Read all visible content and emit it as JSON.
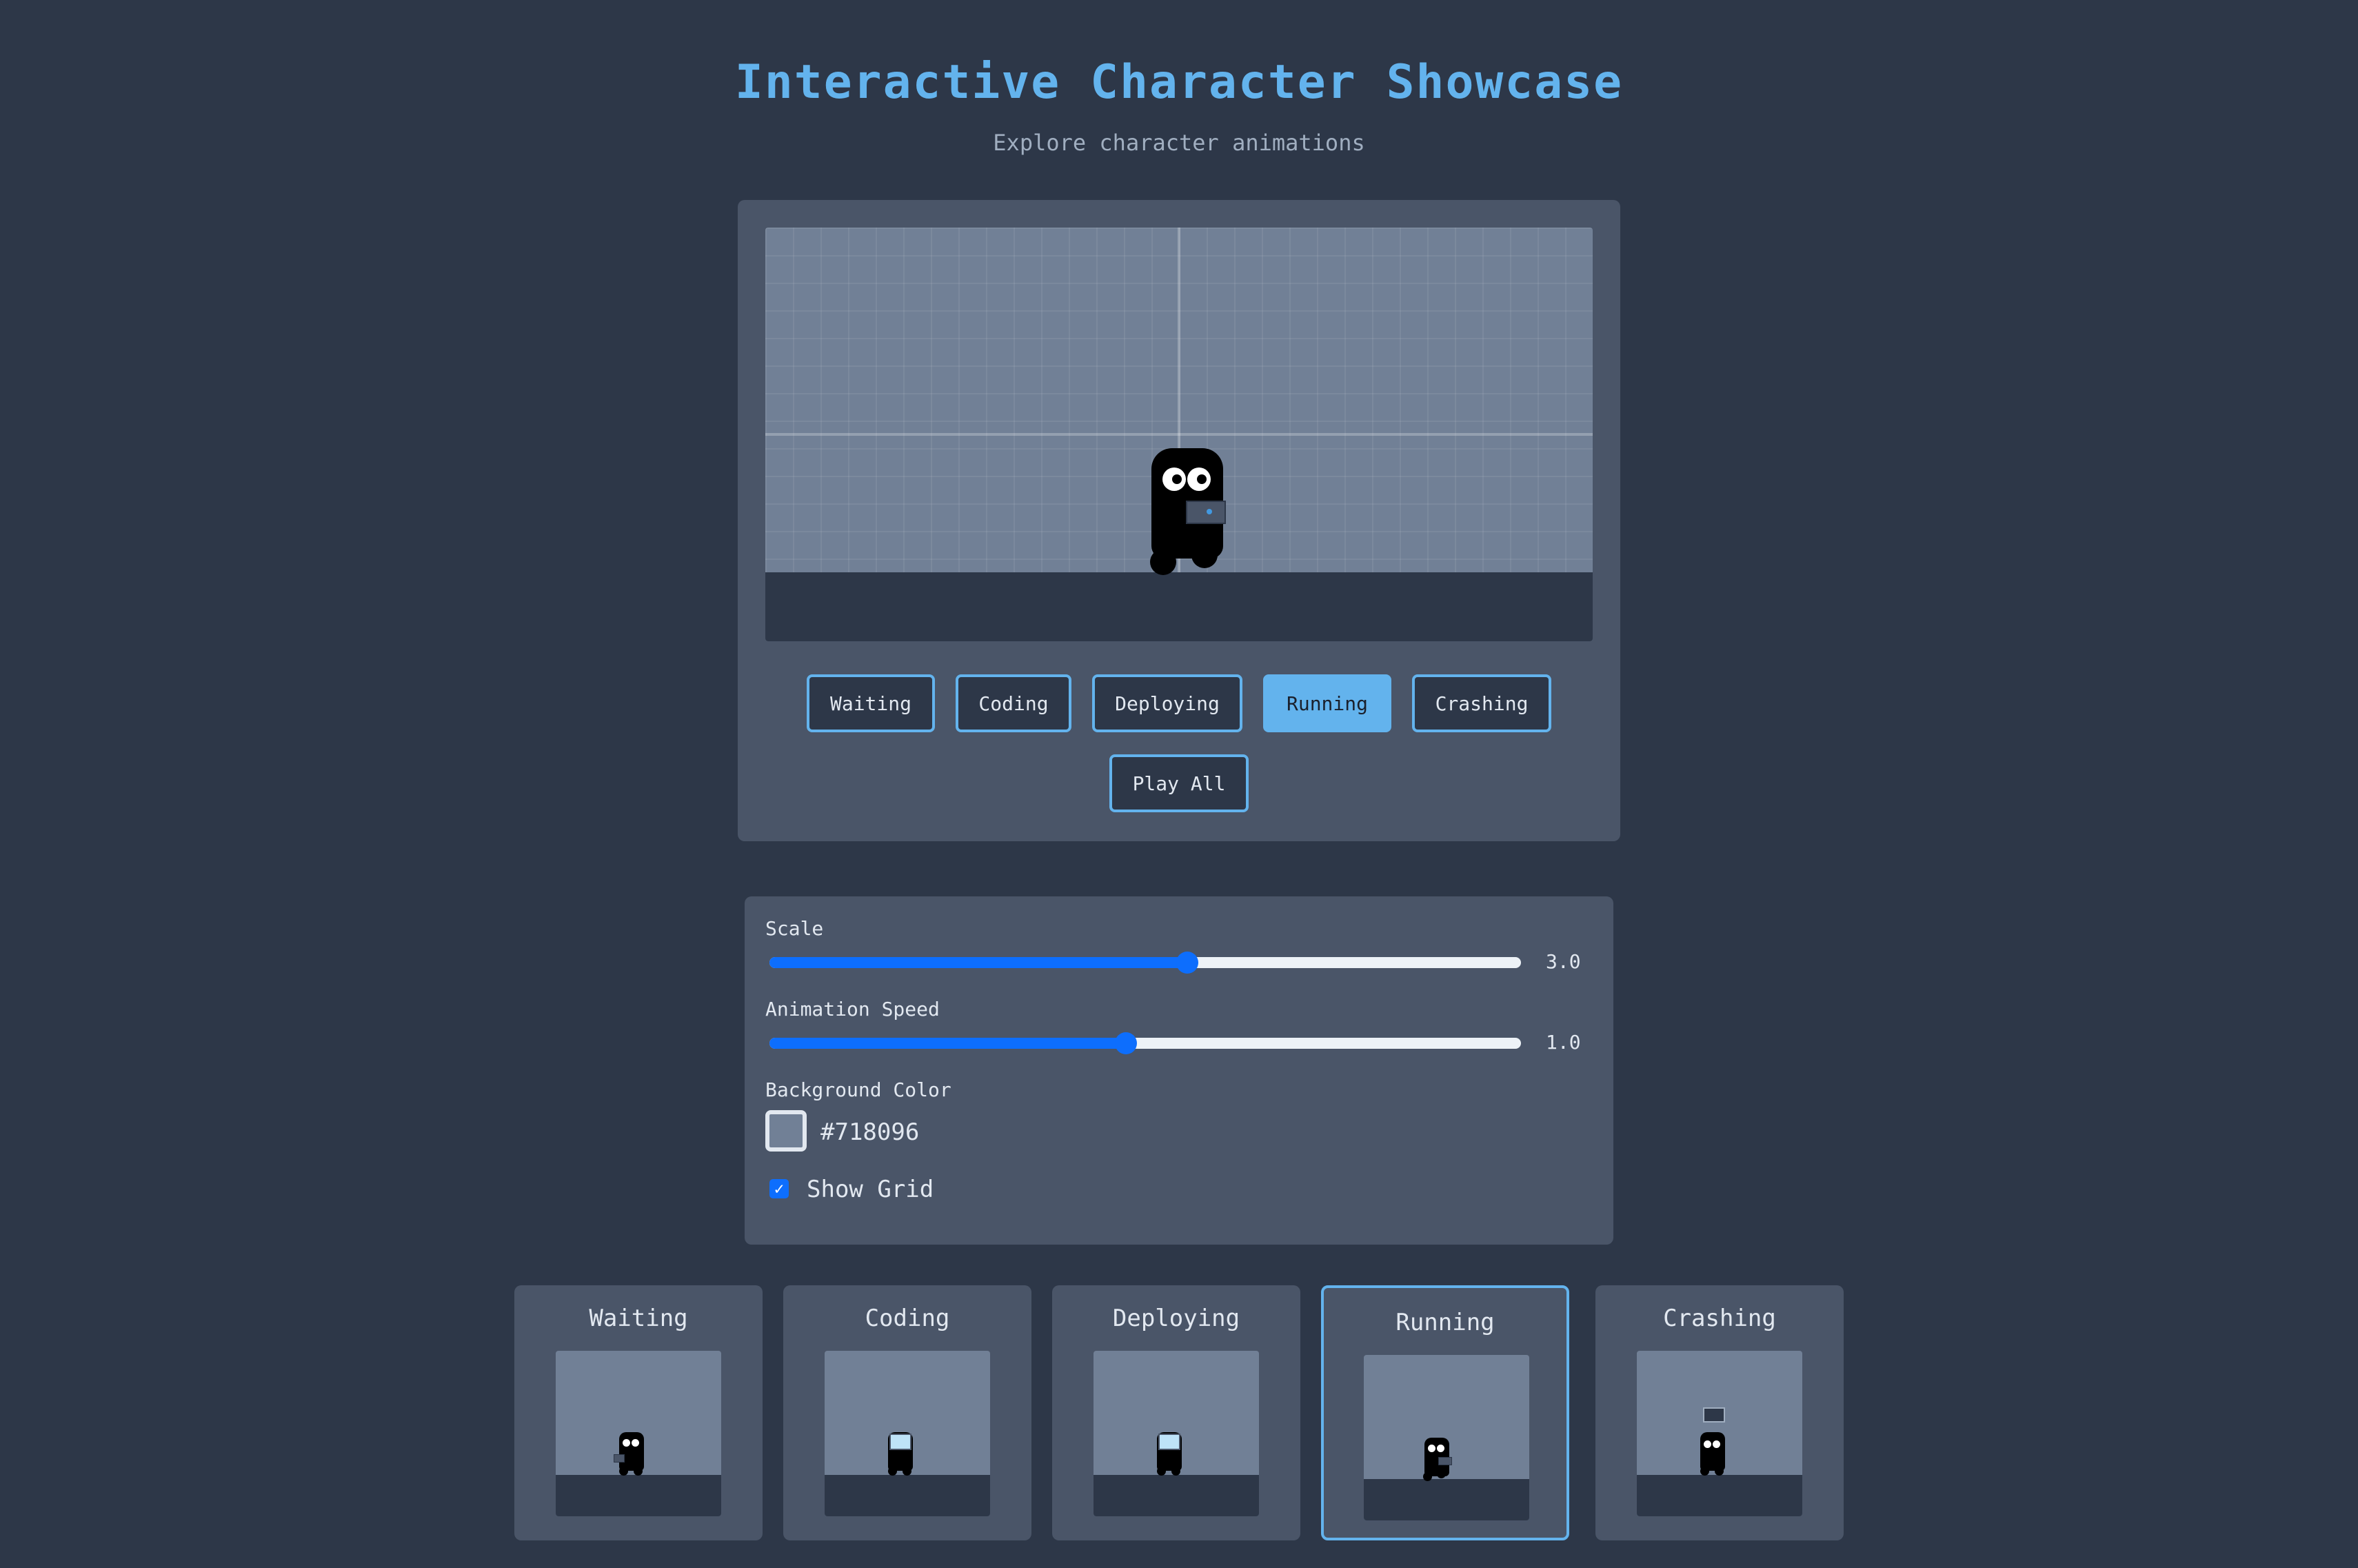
{
  "header": {
    "title": "Interactive Character Showcase",
    "subtitle": "Explore character animations"
  },
  "stage": {
    "background_color": "#718096",
    "ground_color": "#2d3748",
    "show_grid": true
  },
  "state_buttons": [
    {
      "label": "Waiting",
      "active": false
    },
    {
      "label": "Coding",
      "active": false
    },
    {
      "label": "Deploying",
      "active": false
    },
    {
      "label": "Running",
      "active": true
    },
    {
      "label": "Crashing",
      "active": false
    }
  ],
  "play_all_label": "Play All",
  "controls": {
    "scale": {
      "label": "Scale",
      "value": "3.0",
      "fraction": 0.556
    },
    "speed": {
      "label": "Animation Speed",
      "value": "1.0",
      "fraction": 0.474
    },
    "background": {
      "label": "Background Color",
      "value": "#718096"
    },
    "grid": {
      "label": "Show Grid",
      "checked": true
    }
  },
  "gallery": [
    {
      "label": "Waiting",
      "active": false
    },
    {
      "label": "Coding",
      "active": false
    },
    {
      "label": "Deploying",
      "active": false
    },
    {
      "label": "Running",
      "active": true
    },
    {
      "label": "Crashing",
      "active": false
    }
  ],
  "colors": {
    "accent": "#63b3ed",
    "slider": "#0d6efd",
    "panel": "#4a5568",
    "page": "#2d3748"
  }
}
